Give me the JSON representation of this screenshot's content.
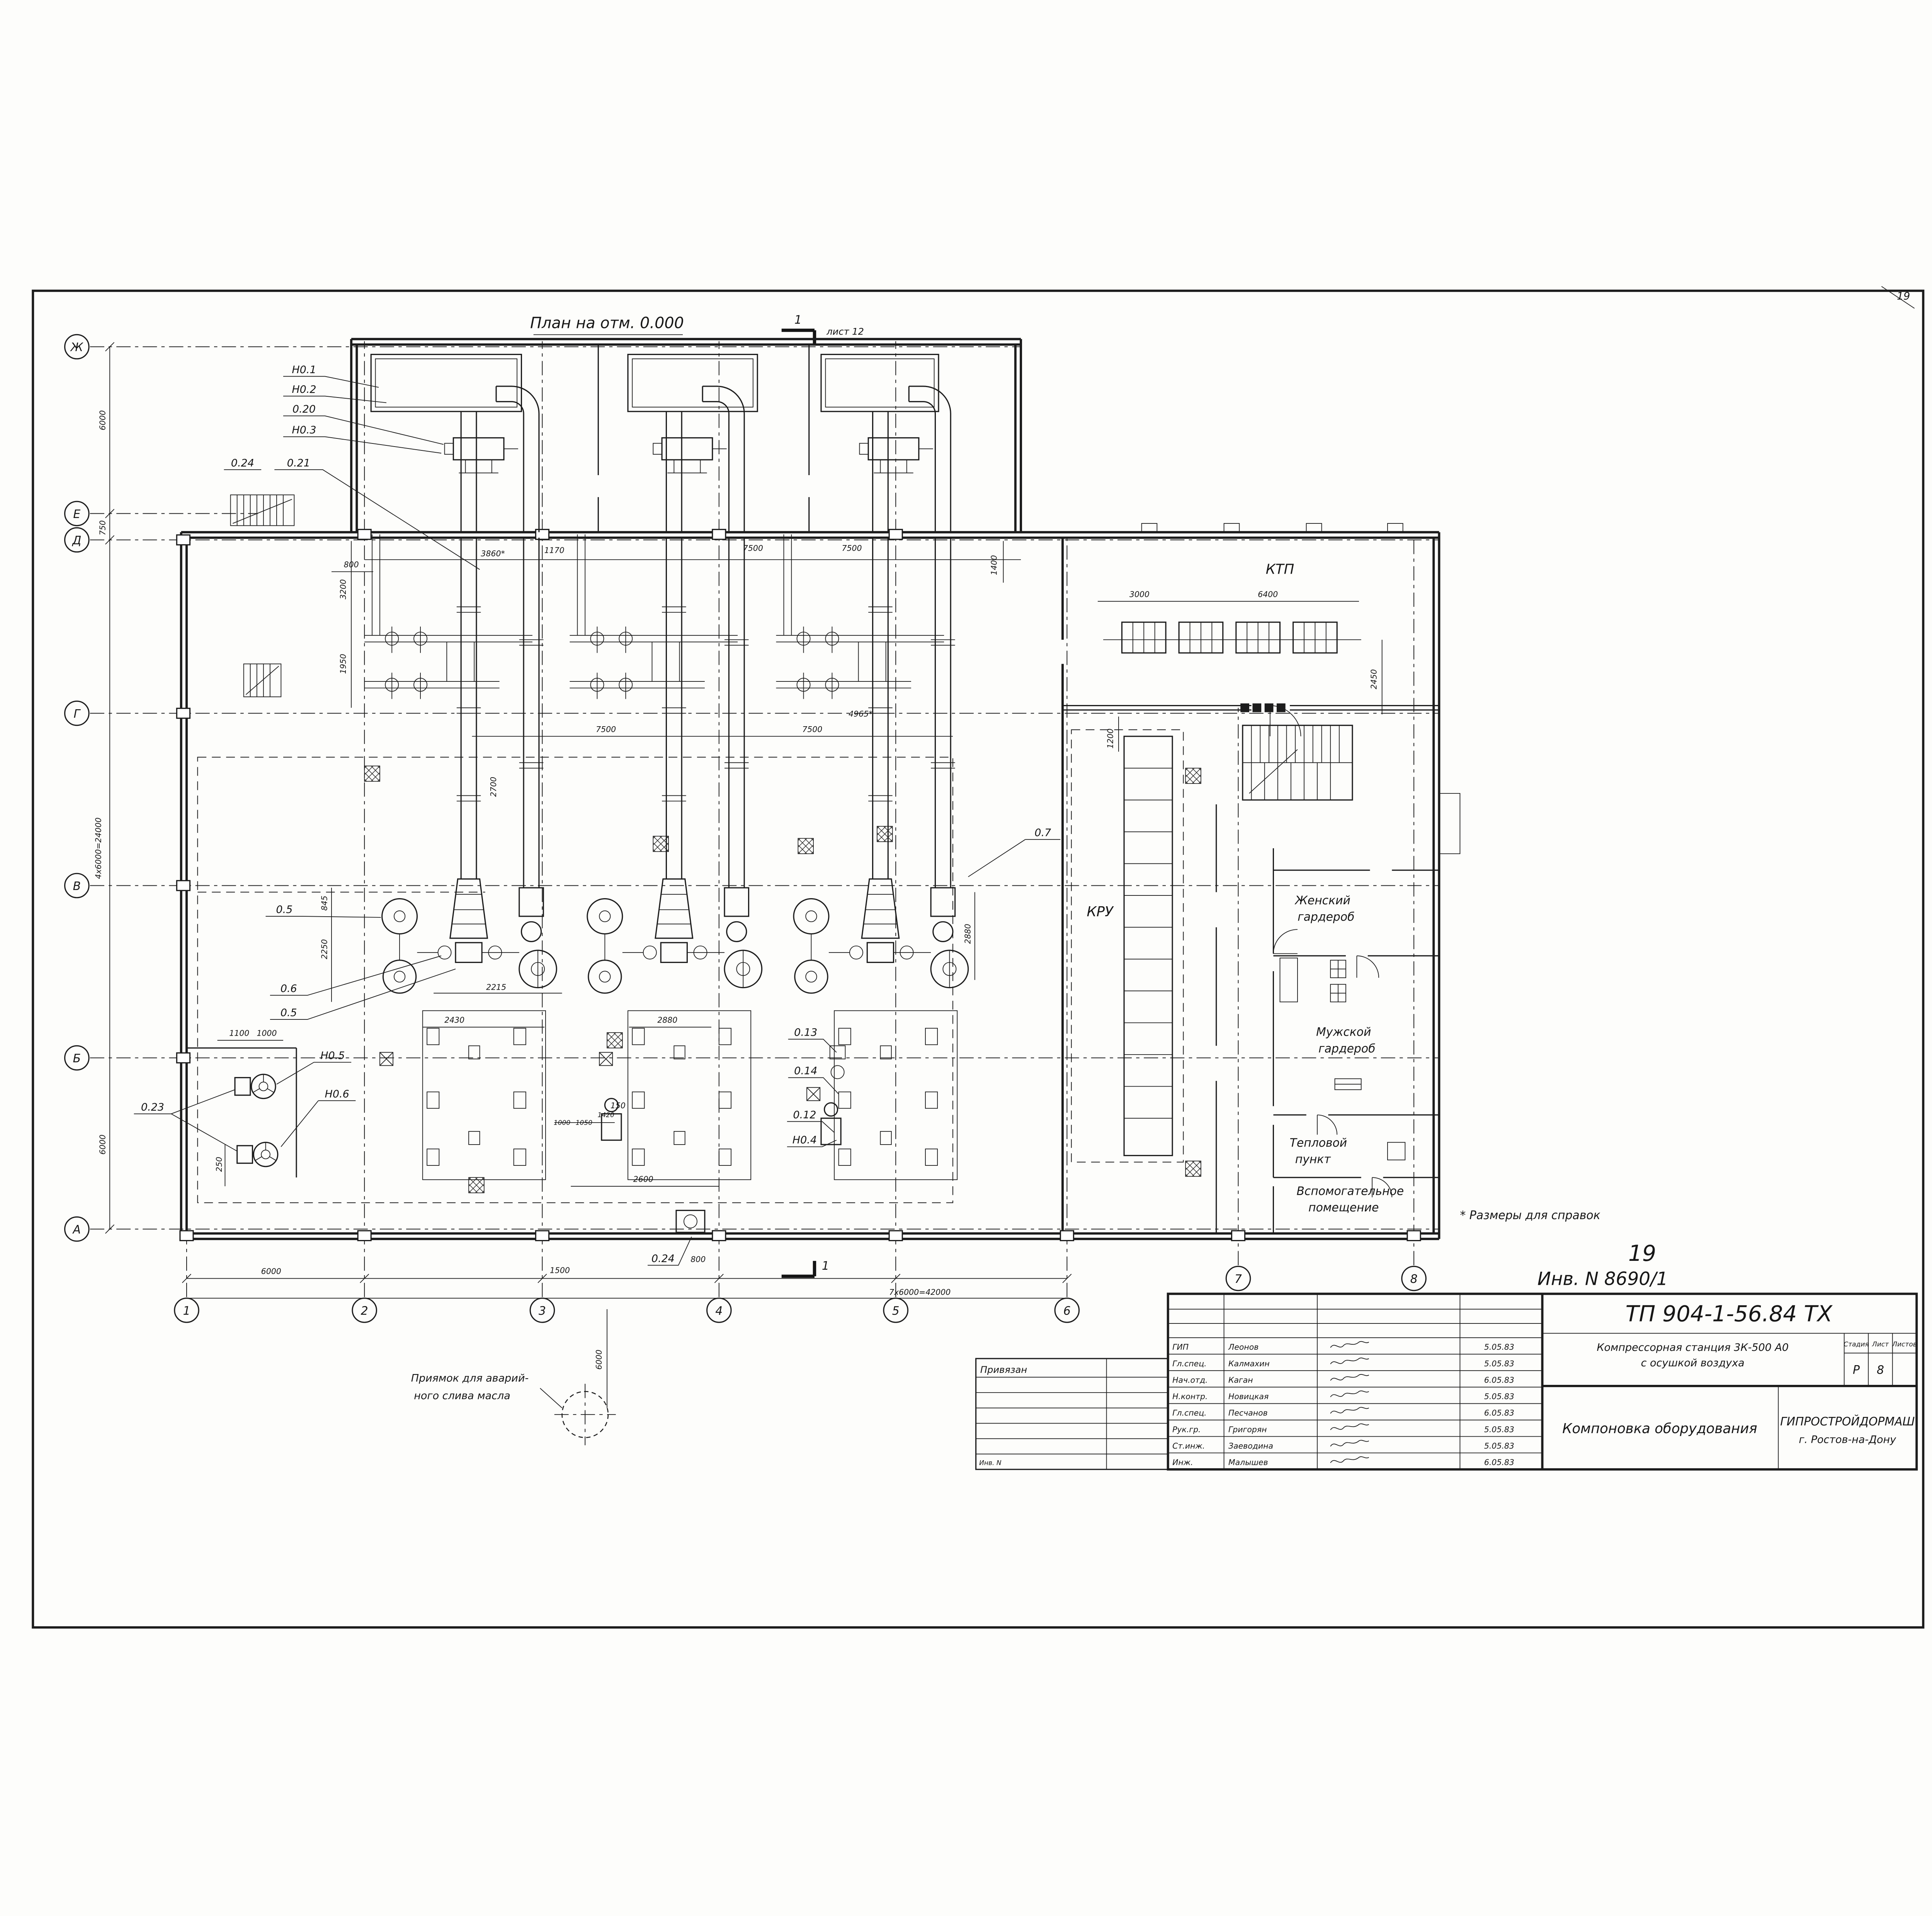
{
  "sheet": {
    "corner_number": "19",
    "page_number": "19",
    "inventory": "Инв. N 8690/1",
    "plan_title": "План на отм. 0.000",
    "cut_number_top": "1",
    "cut_sheet": "лист 12",
    "cut_number_bottom": "1",
    "footnote": "* Размеры для справок",
    "pit_note_1": "Приямок для аварий-",
    "pit_note_2": "ного слива масла"
  },
  "axes": {
    "left": [
      "Ж",
      "Е",
      "Д",
      "Г",
      "В",
      "Б",
      "А"
    ],
    "bottom": [
      "1",
      "2",
      "3",
      "4",
      "5",
      "6"
    ],
    "upper_right": [
      "7",
      "8"
    ]
  },
  "rooms": {
    "ktp": "КТП",
    "kru": "КРУ",
    "womens_1": "Женский",
    "womens_2": "гардероб",
    "mens_1": "Мужской",
    "mens_2": "гардероб",
    "heat_1": "Тепловой",
    "heat_2": "пункт",
    "aux_1": "Вспомогательное",
    "aux_2": "помещение"
  },
  "tags": {
    "n01": "Н0.1",
    "n02": "Н0.2",
    "v020": "0.20",
    "n03": "Н0.3",
    "v024a": "0.24",
    "v021": "0.21",
    "v05a": "0.5",
    "v06": "0.6",
    "v05b": "0.5",
    "v023": "0.23",
    "n05": "Н0.5",
    "n06": "Н0.6",
    "v013": "0.13",
    "v014": "0.14",
    "v012": "0.12",
    "n04": "Н0.4",
    "v07": "0.7",
    "v024b": "0.24"
  },
  "dims": {
    "d800_top": "800",
    "d3860": "3860*",
    "d1170": "1170",
    "d7500_t1": "7500",
    "d7500_t2": "7500",
    "d1400": "1400",
    "d3000": "3000",
    "d6400": "6400",
    "d6000_l1": "6000",
    "d750": "750",
    "d24000": "4х6000=24000",
    "d6000_l2": "6000",
    "d3200": "3200",
    "d1950": "1950",
    "d7500_m1": "7500",
    "d7500_m2": "7500",
    "d4965": "4965*",
    "d2700": "2700",
    "d1200": "1200",
    "d2450": "2450",
    "d845": "845",
    "d2250": "2250",
    "d2215": "2215",
    "d2430": "2430",
    "d2880_f": "2880",
    "d2880_r": "2880",
    "d1100": "1100",
    "d1000_a": "1000",
    "d150": "150",
    "d1000_b": "1000",
    "d1050": "1050",
    "d1420": "1420",
    "d2600": "2600",
    "d250": "250",
    "d6000_b": "6000",
    "d1500": "1500",
    "d800_b": "800",
    "d42000": "7х6000=42000",
    "d6000_pit": "6000"
  },
  "titleblock": {
    "doc_number": "ТП 904-1-56.84 ТХ",
    "project_line1": "Компрессорная станция 3К-500 А0",
    "project_line2": "с осушкой воздуха",
    "sheet_name": "Компоновка оборудования",
    "org_line1": "ГИПРОСТРОЙДОРМАШ",
    "org_line2": "г. Ростов-на-Дону",
    "stage_label": "Стадия",
    "sheet_label": "Лист",
    "sheets_label": "Листов",
    "stage_value": "Р",
    "sheet_value": "8",
    "binding_label": "Привязан",
    "inv_label": "Инв. N",
    "rows": [
      {
        "role": "ГИП",
        "name": "Леонов",
        "date": "5.05.83"
      },
      {
        "role": "Гл.спец.",
        "name": "Калмахин",
        "date": "5.05.83"
      },
      {
        "role": "Нач.отд.",
        "name": "Каган",
        "date": "6.05.83"
      },
      {
        "role": "Н.контр.",
        "name": "Новицкая",
        "date": "5.05.83"
      },
      {
        "role": "Гл.спец.",
        "name": "Песчанов",
        "date": "6.05.83"
      },
      {
        "role": "Рук.гр.",
        "name": "Григорян",
        "date": "5.05.83"
      },
      {
        "role": "Ст.инж.",
        "name": "Заеводина",
        "date": "5.05.83"
      },
      {
        "role": "Инж.",
        "name": "Малышев",
        "date": "6.05.83"
      }
    ]
  }
}
